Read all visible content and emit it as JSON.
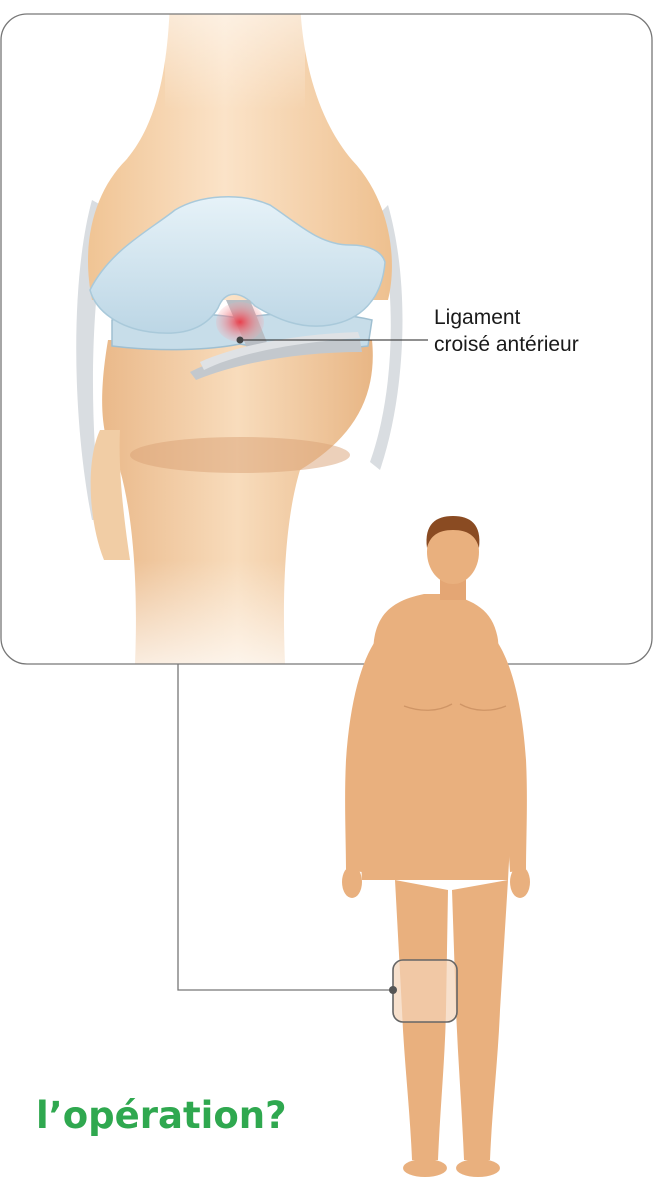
{
  "callout": {
    "line1": "Ligament",
    "line2": "croisé antérieur"
  },
  "heading": {
    "text": "l’opération?"
  },
  "colors": {
    "heading_green": "#2fa84f",
    "skin": "#e9b07e",
    "hair": "#8a4b22",
    "cartilage": "#cfe3ee",
    "bone": "#f2cfa4",
    "ligament_injury": "#e8404d",
    "frame_stroke": "#666666"
  }
}
